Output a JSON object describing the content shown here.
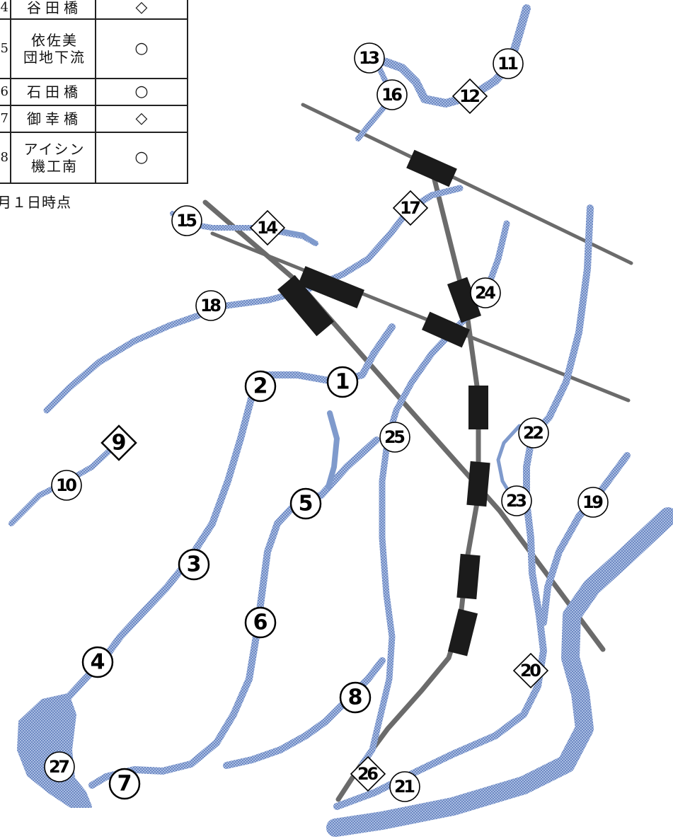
{
  "legend": {
    "rows": [
      {
        "num": "4",
        "name_lines": [
          "谷田橋"
        ],
        "symbol": "◇"
      },
      {
        "num": "5",
        "name_lines": [
          "依佐美",
          "団地下流"
        ],
        "symbol": "○"
      },
      {
        "num": "6",
        "name_lines": [
          "石田橋"
        ],
        "symbol": "○"
      },
      {
        "num": "7",
        "name_lines": [
          "御幸橋"
        ],
        "symbol": "◇"
      },
      {
        "num": "8",
        "name_lines": [
          "アイシン",
          "機工南"
        ],
        "symbol": "○"
      }
    ],
    "note": "月１日時点"
  },
  "markers": [
    {
      "label": "1",
      "shape": "circle",
      "style": "dark"
    },
    {
      "label": "2",
      "shape": "circle",
      "style": "dark"
    },
    {
      "label": "3",
      "shape": "circle",
      "style": "dark"
    },
    {
      "label": "4",
      "shape": "circle",
      "style": "dark"
    },
    {
      "label": "5",
      "shape": "circle",
      "style": "dark"
    },
    {
      "label": "6",
      "shape": "circle",
      "style": "dark"
    },
    {
      "label": "7",
      "shape": "circle",
      "style": "dark"
    },
    {
      "label": "8",
      "shape": "circle",
      "style": "dark"
    },
    {
      "label": "9",
      "shape": "diamond",
      "style": "dark"
    },
    {
      "label": "10",
      "shape": "circle",
      "style": "plain"
    },
    {
      "label": "11",
      "shape": "circle",
      "style": "plain"
    },
    {
      "label": "12",
      "shape": "diamond",
      "style": "plain"
    },
    {
      "label": "13",
      "shape": "circle",
      "style": "plain"
    },
    {
      "label": "14",
      "shape": "diamond",
      "style": "plain"
    },
    {
      "label": "15",
      "shape": "circle",
      "style": "plain"
    },
    {
      "label": "16",
      "shape": "circle",
      "style": "plain"
    },
    {
      "label": "17",
      "shape": "diamond",
      "style": "plain"
    },
    {
      "label": "18",
      "shape": "circle",
      "style": "plain"
    },
    {
      "label": "19",
      "shape": "circle",
      "style": "plain"
    },
    {
      "label": "20",
      "shape": "diamond",
      "style": "plain"
    },
    {
      "label": "21",
      "shape": "circle",
      "style": "plain"
    },
    {
      "label": "22",
      "shape": "circle",
      "style": "plain"
    },
    {
      "label": "23",
      "shape": "circle",
      "style": "plain"
    },
    {
      "label": "24",
      "shape": "circle",
      "style": "plain"
    },
    {
      "label": "25",
      "shape": "circle",
      "style": "plain"
    },
    {
      "label": "26",
      "shape": "diamond",
      "style": "plain"
    },
    {
      "label": "27",
      "shape": "circle",
      "style": "plain"
    }
  ],
  "colors": {
    "boundary": "#5a5a5a",
    "road": "#6b6b6b",
    "river": "#7f9acc",
    "river_light": "#a9bde2",
    "station": "#1b1b1b"
  }
}
